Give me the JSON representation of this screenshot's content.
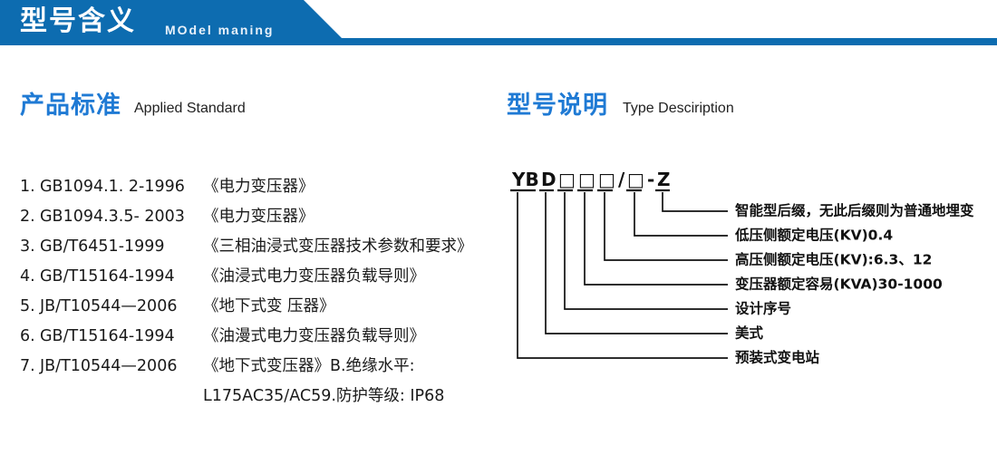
{
  "banner": {
    "title_cn": "型号含义",
    "title_en": "MOdel maning",
    "color": "#0d6cb0"
  },
  "left_section": {
    "heading_cn": "产品标准",
    "heading_en": "Applied Standard",
    "heading_color": "#1f7ad4",
    "standards": [
      {
        "no": "1.",
        "code": "GB1094.1. 2-1996",
        "name": "《电力变压器》"
      },
      {
        "no": "2.",
        "code": "GB1094.3.5- 2003",
        "name": "《电力变压器》"
      },
      {
        "no": "3.",
        "code": "GB/T6451-1999",
        "name": "《三相油浸式变压器技术参数和要求》"
      },
      {
        "no": "4.",
        "code": "GB/T15164-1994",
        "name": "《油浸式电力变压器负载导则》"
      },
      {
        "no": "5.",
        "code": "JB/T10544—2006",
        "name": "《地下式变 压器》"
      },
      {
        "no": "6.",
        "code": "GB/T15164-1994",
        "name": "《油漫式电力变压器负载导则》"
      },
      {
        "no": "7.",
        "code": "JB/T10544—2006",
        "name": "《地下式变压器》B.绝缘水平:"
      }
    ],
    "continuation": "L175AC35/AC59.防护等级: IP68"
  },
  "right_section": {
    "heading_cn": "型号说明",
    "heading_en": "Type Desciription",
    "heading_color": "#1f7ad4",
    "code_parts": [
      "YB",
      "D",
      "□",
      "□",
      "□",
      "/",
      "□",
      "-",
      "Z"
    ],
    "code_string": "YB D □□□/□ - Z",
    "callouts": [
      {
        "label": "智能型后缀，无此后缀则为普通地埋变"
      },
      {
        "label": "低压侧额定电压(KV)0.4"
      },
      {
        "label": "高压侧额定电压(KV):6.3、12"
      },
      {
        "label": "变压器额定容易(KVA)30-1000"
      },
      {
        "label": "设计序号"
      },
      {
        "label": "美式"
      },
      {
        "label": "预装式变电站"
      }
    ]
  }
}
